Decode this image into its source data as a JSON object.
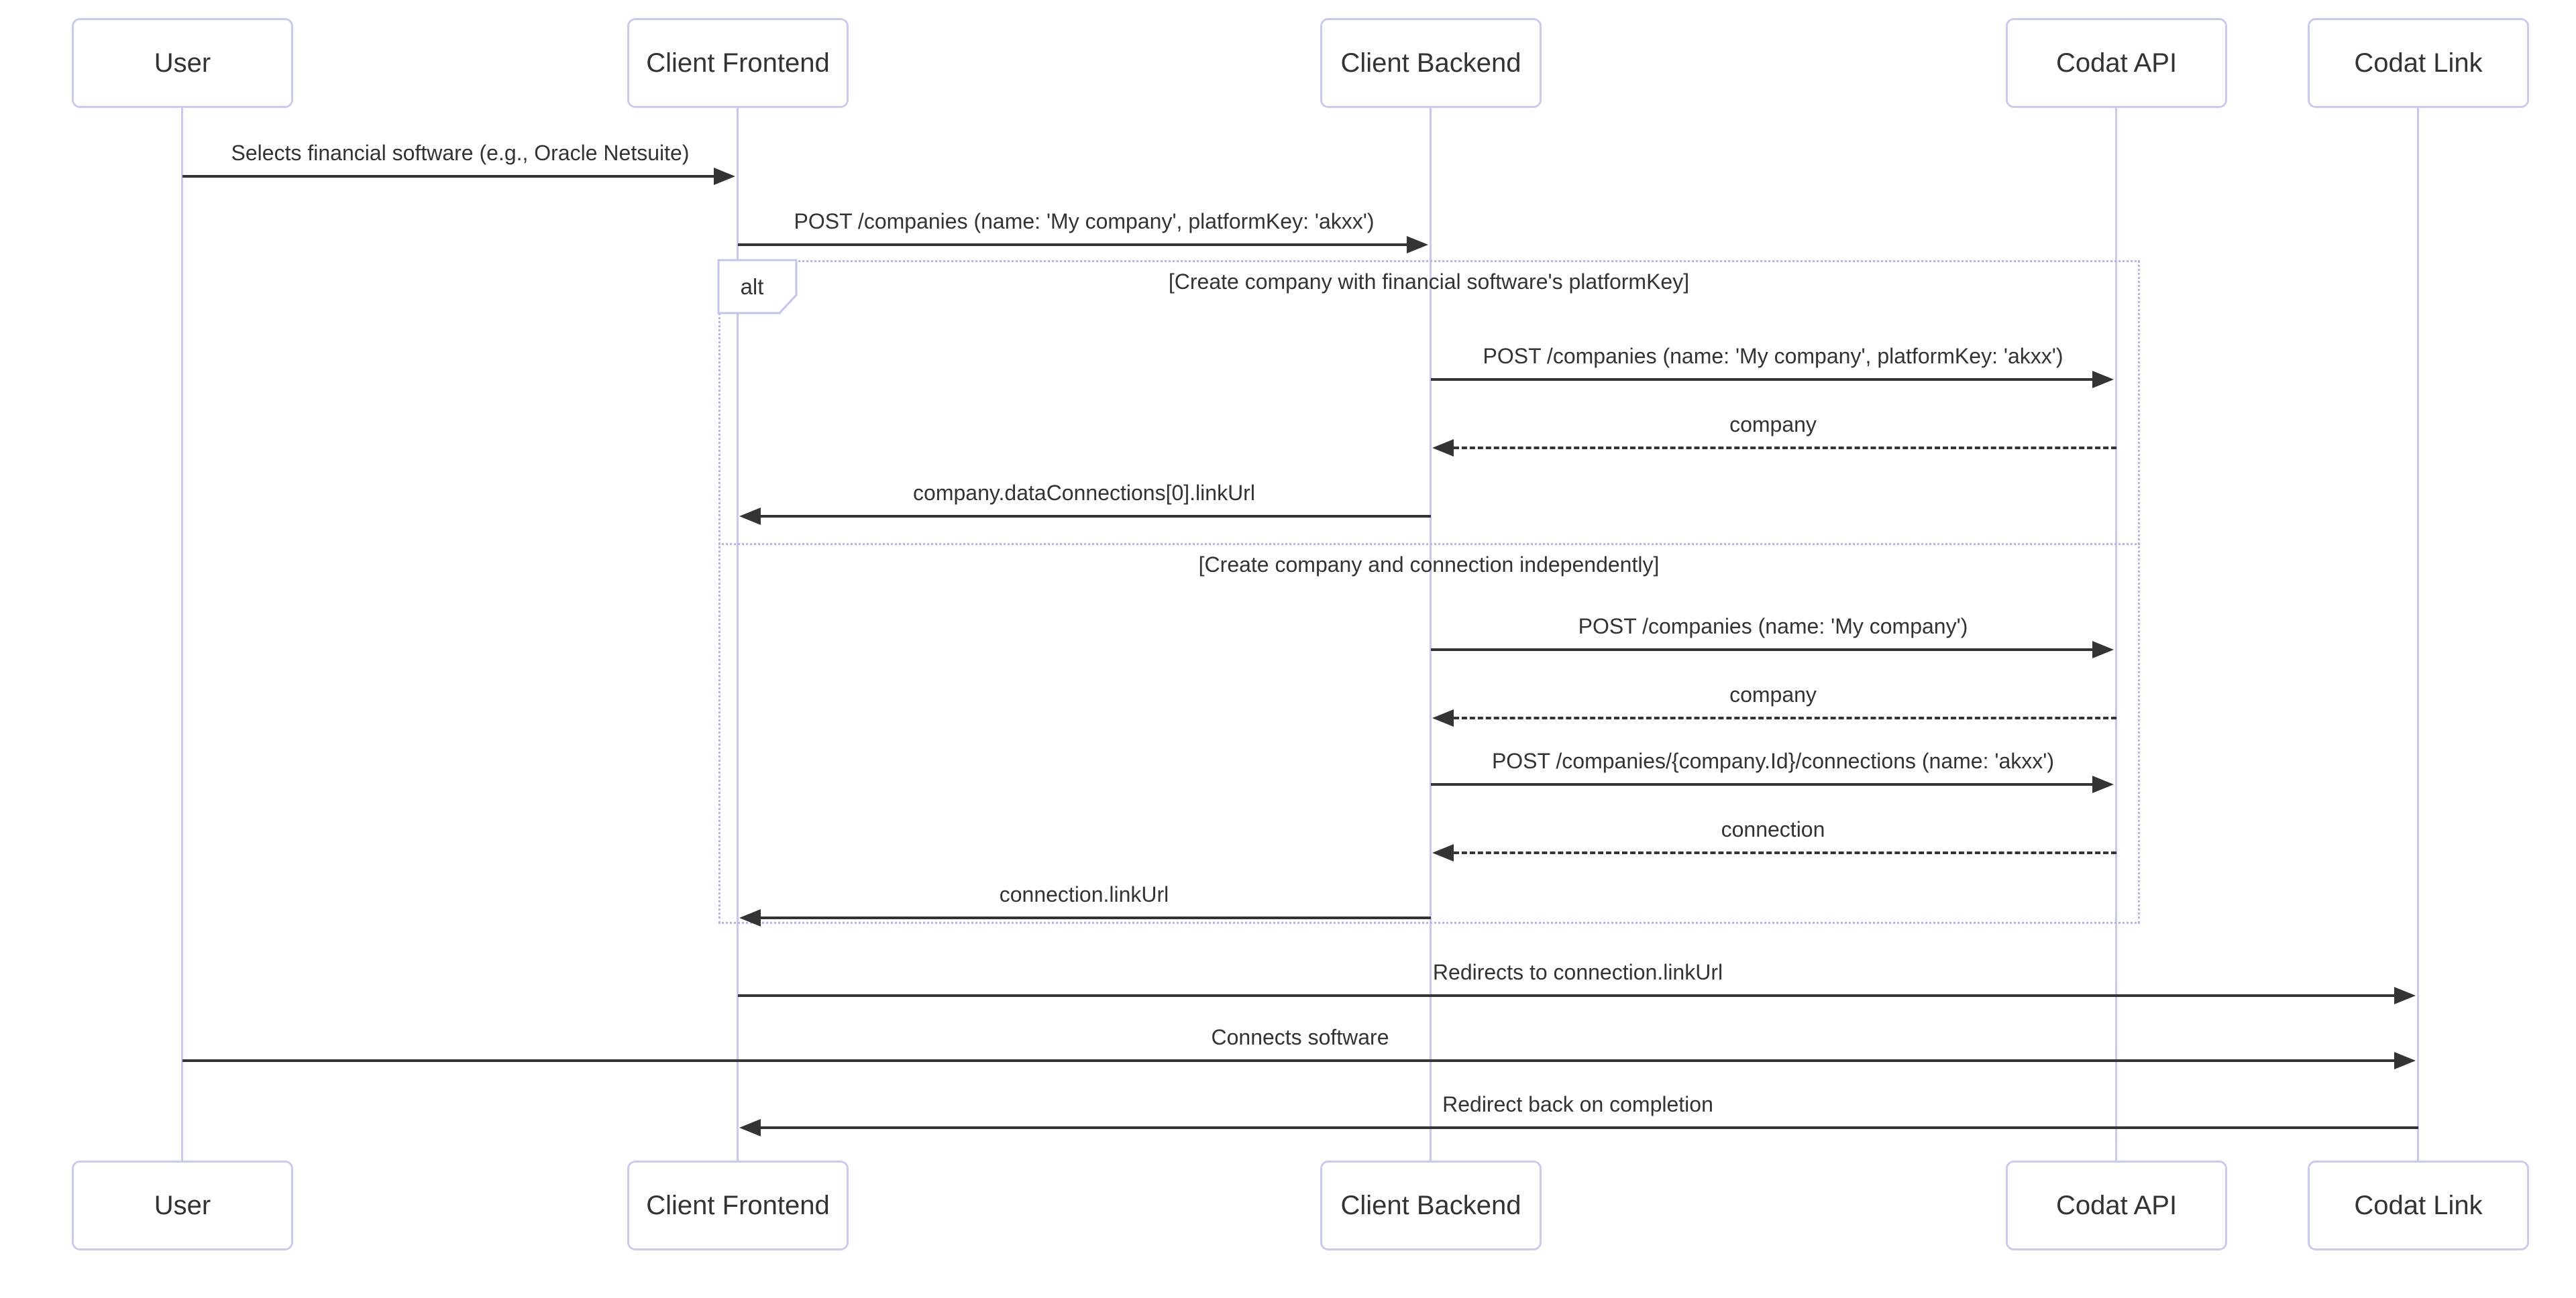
{
  "diagram": {
    "type": "sequence",
    "participants": [
      {
        "label": "User"
      },
      {
        "label": "Client Frontend"
      },
      {
        "label": "Client Backend"
      },
      {
        "label": "Codat API"
      },
      {
        "label": "Codat Link"
      }
    ],
    "alt_frame": {
      "label": "alt",
      "sections": [
        {
          "title": "[Create company with financial software's platformKey]"
        },
        {
          "title": "[Create company and connection independently]"
        }
      ]
    },
    "messages": [
      {
        "from": "User",
        "to": "Client Frontend",
        "text": "Selects financial software (e.g., Oracle Netsuite)",
        "line": "solid"
      },
      {
        "from": "Client Frontend",
        "to": "Client Backend",
        "text": "POST /companies (name: 'My company', platformKey: 'akxx')",
        "line": "solid"
      },
      {
        "from": "Client Backend",
        "to": "Codat API",
        "text": "POST /companies (name: 'My company', platformKey: 'akxx')",
        "line": "solid"
      },
      {
        "from": "Codat API",
        "to": "Client Backend",
        "text": "company",
        "line": "dashed"
      },
      {
        "from": "Client Backend",
        "to": "Client Frontend",
        "text": "company.dataConnections[0].linkUrl",
        "line": "solid"
      },
      {
        "from": "Client Backend",
        "to": "Codat API",
        "text": "POST /companies (name: 'My company')",
        "line": "solid"
      },
      {
        "from": "Codat API",
        "to": "Client Backend",
        "text": "company",
        "line": "dashed"
      },
      {
        "from": "Client Backend",
        "to": "Codat API",
        "text": "POST /companies/{company.Id}/connections (name: 'akxx')",
        "line": "solid"
      },
      {
        "from": "Codat API",
        "to": "Client Backend",
        "text": "connection",
        "line": "dashed"
      },
      {
        "from": "Client Backend",
        "to": "Client Frontend",
        "text": "connection.linkUrl",
        "line": "solid"
      },
      {
        "from": "Client Frontend",
        "to": "Codat Link",
        "text": "Redirects to connection.linkUrl",
        "line": "solid"
      },
      {
        "from": "User",
        "to": "Codat Link",
        "text": "Connects software",
        "line": "solid"
      },
      {
        "from": "Codat Link",
        "to": "Client Frontend",
        "text": "Redirect back on completion",
        "line": "solid"
      }
    ],
    "colors": {
      "actor_border": "#c9cbee",
      "lifeline": "#c9c9e9",
      "frame_border": "#b3b7e3",
      "arrow": "#343434",
      "text": "#333333",
      "background": "#ffffff"
    }
  }
}
